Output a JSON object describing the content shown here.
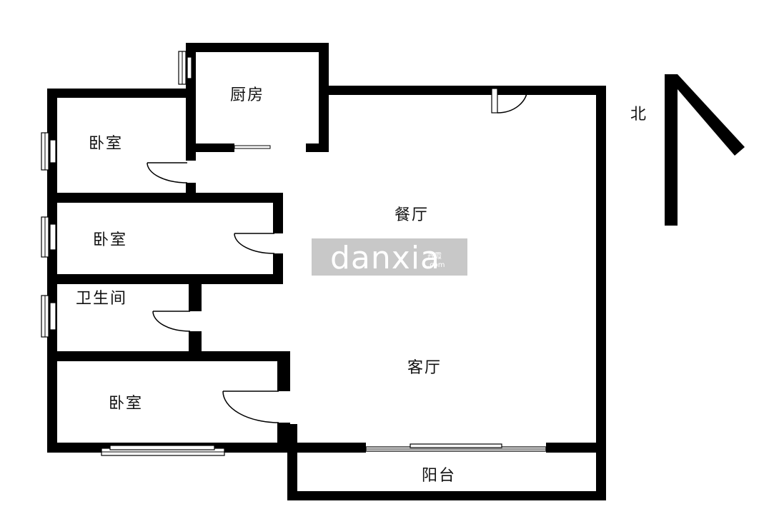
{
  "rooms": {
    "kitchen": "厨房",
    "bedroom_top": "卧室",
    "bedroom_mid": "卧室",
    "bathroom": "卫生间",
    "bedroom_bottom": "卧室",
    "dining": "餐厅",
    "living": "客厅",
    "balcony": "阳台"
  },
  "compass": {
    "label": "北"
  },
  "watermark": {
    "brand": "danxia",
    "cn": "丹霞",
    "suffix": ".com"
  },
  "colors": {
    "wall": "#000000",
    "background": "#ffffff",
    "watermark_box": "#c8c8c8"
  }
}
